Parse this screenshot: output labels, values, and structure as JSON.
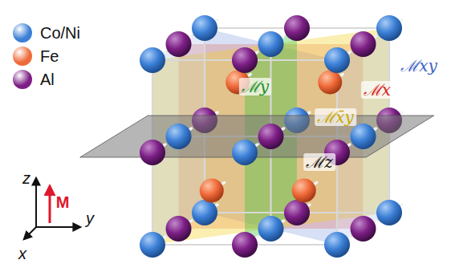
{
  "diagram": {
    "labels": [
      "ℳxy",
      "ℳx",
      "ℳx̄y",
      "ℳy",
      "ℳz",
      "z",
      "M",
      "x",
      "y"
    ],
    "legend": [
      {
        "text": "Co/Ni",
        "color": "#3b7fd6"
      },
      {
        "text": "Fe",
        "color": "#ef6a3a"
      },
      {
        "text": "Al",
        "color": "#7d1f86"
      }
    ]
  }
}
